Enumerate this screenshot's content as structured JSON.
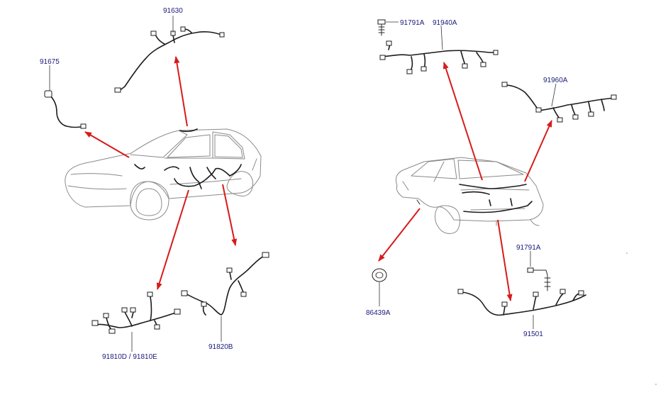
{
  "part_labels": {
    "p91630": "91630",
    "p91675": "91675",
    "p91810": "91810D / 91810E",
    "p91820b": "91820B",
    "p91791a_top": "91791A",
    "p91940a": "91940A",
    "p91960a": "91960A",
    "p86439a": "86439A",
    "p91791a_bottom": "91791A",
    "p91501": "91501"
  },
  "colors": {
    "arrow": "#d81a1a",
    "label": "#1a1a7a",
    "car_outline": "#8a8a8a",
    "wire": "#1c1c1c"
  }
}
